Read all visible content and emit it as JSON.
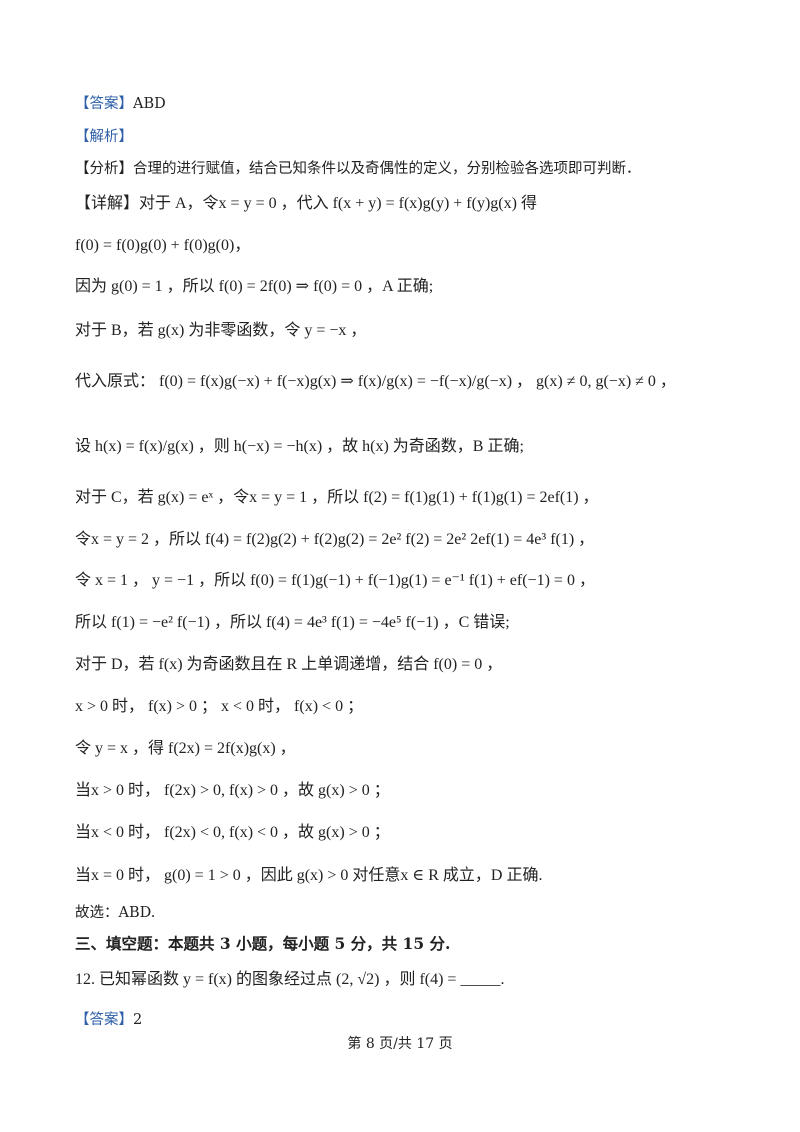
{
  "lines": [
    {
      "tag": "【答案】",
      "text": "ABD"
    },
    {
      "tag": "【解析】",
      "text": ""
    },
    {
      "text": "【分析】合理的进行赋值，结合已知条件以及奇偶性的定义，分别检验各选项即可判断．"
    },
    {
      "text": "【详解】对于 A，令x = y = 0 ，代入 f(x + y) = f(x)g(y) + f(y)g(x) 得"
    },
    {
      "text": "f(0) = f(0)g(0) + f(0)g(0)，"
    },
    {
      "text": "因为 g(0) = 1 ，所以 f(0) = 2f(0) ⇒ f(0) = 0 ，A 正确;"
    },
    {
      "text": "对于 B，若 g(x) 为非零函数，令 y = −x ，"
    },
    {
      "text": "代入原式： f(0) = f(x)g(−x) + f(−x)g(x) ⇒ f(x)/g(x) = −f(−x)/g(−x) ， g(x) ≠ 0, g(−x) ≠ 0 ，"
    },
    {
      "text": "设 h(x) = f(x)/g(x) ，则 h(−x) = −h(x) ，故 h(x) 为奇函数，B 正确;"
    },
    {
      "text": "对于 C，若 g(x) = eˣ ，令x = y = 1 ，所以 f(2) = f(1)g(1) + f(1)g(1) = 2ef(1) ，"
    },
    {
      "text": "令x = y = 2 ，所以 f(4) = f(2)g(2) + f(2)g(2) = 2e² f(2) = 2e² 2ef(1) = 4e³ f(1) ，"
    },
    {
      "text": "令 x = 1 ， y = −1 ，所以 f(0) = f(1)g(−1) + f(−1)g(1) = e⁻¹ f(1) + ef(−1) = 0 ，"
    },
    {
      "text": "所以 f(1) = −e² f(−1) ，所以 f(4) = 4e³ f(1) = −4e⁵ f(−1) ，C 错误;"
    },
    {
      "text": "对于 D，若 f(x) 为奇函数且在 R 上单调递增，结合 f(0) = 0 ，"
    },
    {
      "text": "x > 0 时， f(x) > 0 ； x < 0 时， f(x) < 0 ；"
    },
    {
      "text": "令 y = x ，得 f(2x) = 2f(x)g(x) ，"
    },
    {
      "text": "当x > 0 时， f(2x) > 0, f(x) > 0 ，故 g(x) > 0 ；"
    },
    {
      "text": "当x < 0 时， f(2x) < 0, f(x) < 0 ，故 g(x) > 0 ；"
    },
    {
      "text": "当x = 0 时， g(0) = 1 > 0 ，因此 g(x) > 0 对任意x ∈ R 成立，D 正确."
    },
    {
      "text": "故选：ABD."
    },
    {
      "text": "三、填空题：本题共 3 小题，每小题 5 分，共 15 分."
    },
    {
      "text": "12. 已知幂函数 y = f(x) 的图象经过点 (2, √2) ，则 f(4) = _____."
    },
    {
      "tag": "【答案】",
      "text": "2"
    }
  ],
  "footer": "第 8 页/共 17 页"
}
